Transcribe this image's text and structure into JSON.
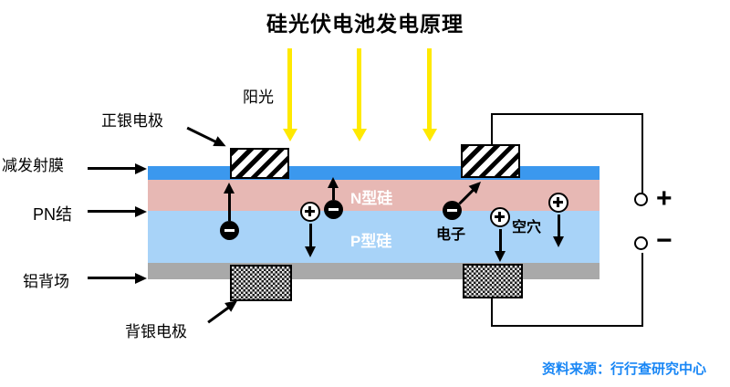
{
  "title": "硅光伏电池发电原理",
  "sun": {
    "label": "阳光"
  },
  "colors": {
    "antireflection": "#3b98ee",
    "n_silicon": "#e7b8b4",
    "p_silicon": "#a8d3f8",
    "aluminum_back": "#a9a9a9",
    "sunlight": "#ffe900",
    "source_text": "#1886f5"
  },
  "layers": {
    "antireflection_label": "减发射膜",
    "pn_junction_label": "PN结",
    "aluminum_back_label": "铝背场",
    "n_type_label": "N型硅",
    "p_type_label": "P型硅"
  },
  "electrodes": {
    "front_silver_label": "正银电极",
    "back_silver_label": "背银电极"
  },
  "carriers": {
    "electron_label": "电子",
    "hole_label": "空穴"
  },
  "terminals": {
    "positive": "+",
    "negative": "−"
  },
  "source": "资料来源：行行查研究中心"
}
